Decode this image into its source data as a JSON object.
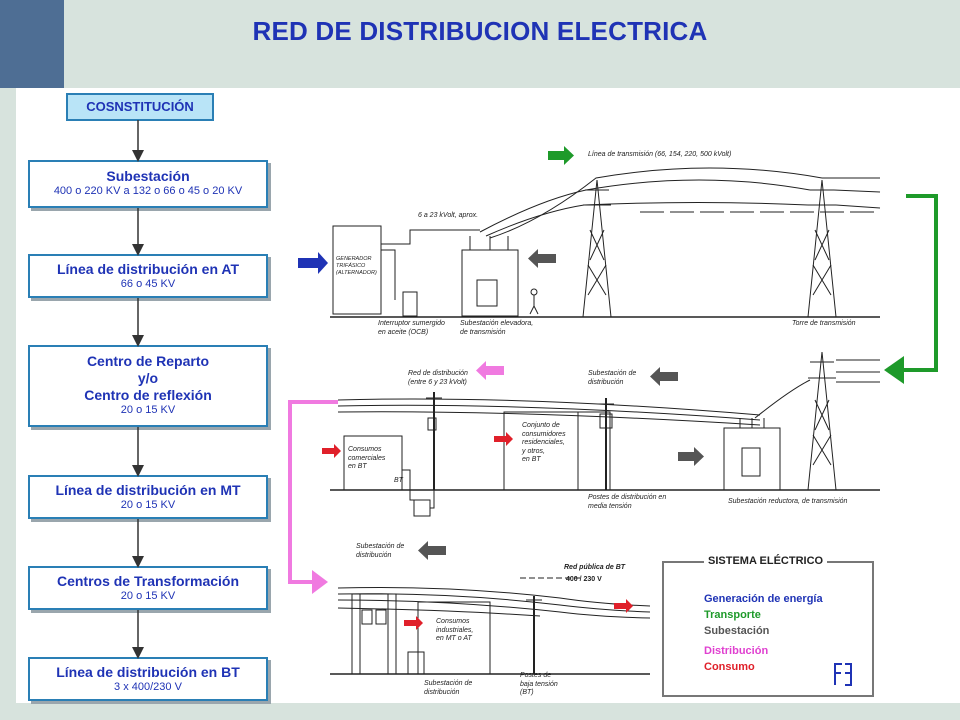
{
  "header": {
    "title": "RED DE DISTRIBUCION ELECTRICA"
  },
  "flow": {
    "heading": "COSNSTITUCIÓN",
    "steps": [
      {
        "name": "Subestación",
        "detail": "400 o 220 KV a 132 o 66 o 45 o 20 KV"
      },
      {
        "name": "Línea de distribución en AT",
        "detail": "66 o 45 KV"
      },
      {
        "name": "Centro de Reparto\ny/o\nCentro de reflexión",
        "detail": "20 o 15 KV"
      },
      {
        "name": "Línea de distribución en MT",
        "detail": "20 o 15 KV"
      },
      {
        "name": "Centros de Transformación",
        "detail": "20 o 15 KV"
      },
      {
        "name": "Línea de distribución en BT",
        "detail": "3 x 400/230 V"
      }
    ]
  },
  "illustration": {
    "labels": {
      "transmission_line": "Línea de transmisión (66, 154, 220, 500 kVolt)",
      "voltage_6_23": "6 a 23 kVolt, aprox.",
      "generator": "GENERADOR\nTRIFÁSICO\n(ALTERNADOR)",
      "breaker": "Interruptor sumergido\nen aceite (OCB)",
      "step_up_substation": "Subestación elevadora,\nde transmisión",
      "tower": "Torre de transmisión",
      "distribution_network": "Red de distribución\n(entre 6 y 23 kVolt)",
      "distribution_substation_top": "Subestación de\ndistribución",
      "commercial_consumers": "Consumos\ncomerciales\nen BT",
      "bt_tag": "BT",
      "residential_consumers": "Conjunto de\nconsumidores\nresidenciales,\ny otros,\nen BT",
      "mv_posts": "Postes de distribución en\nmedia tensión",
      "step_down_substation": "Subestación reductora, de transmisión",
      "distribution_substation_bottom": "Subestación de\ndistribución",
      "public_bt_network": "Red pública de BT",
      "bt_voltage": "400 / 230 V",
      "industrial_consumers": "Consumos\nindustriales,\nen MT o AT",
      "distribution_substation_small": "Subestación de\ndistribución",
      "lv_posts": "Postes de\nbaja tensión\n(BT)"
    }
  },
  "legend": {
    "title": "SISTEMA ELÉCTRICO",
    "items": [
      {
        "label": "Generación de energía",
        "color": "#1f33b5"
      },
      {
        "label": "Transporte",
        "color": "#1e9a2a"
      },
      {
        "label": "Subestación",
        "color": "#555555"
      },
      {
        "label": "Distribución",
        "color": "#e040d0"
      },
      {
        "label": "Consumo",
        "color": "#e0202a"
      }
    ]
  }
}
